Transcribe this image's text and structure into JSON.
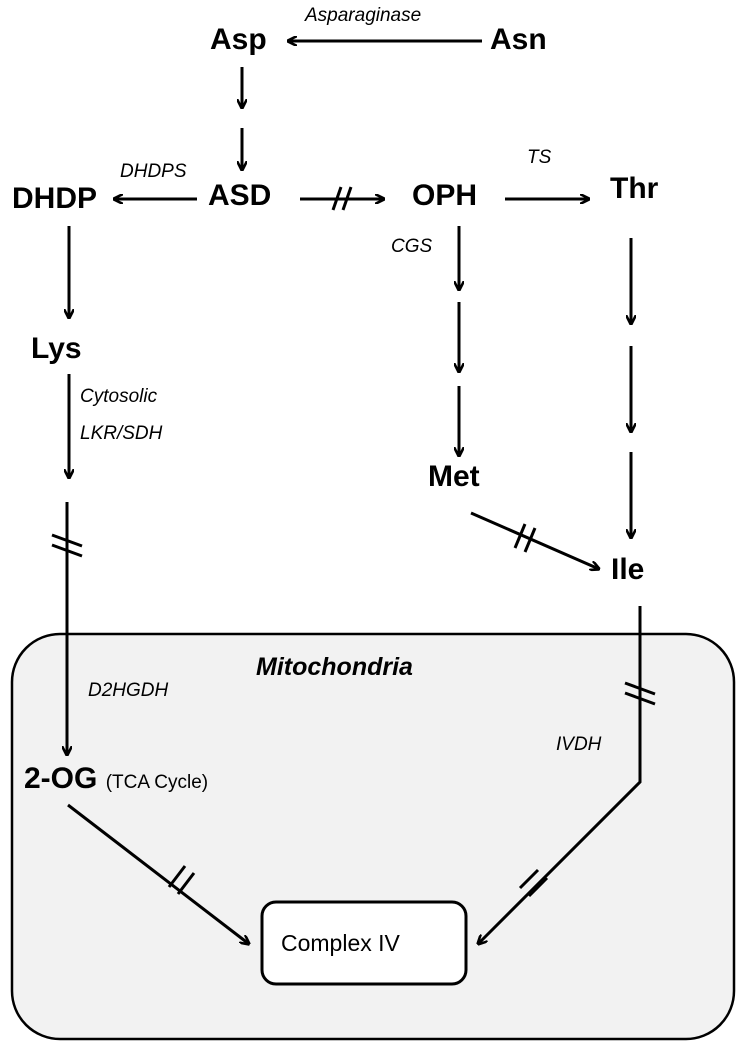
{
  "nodes": {
    "asp": "Asp",
    "asn": "Asn",
    "asd": "ASD",
    "dhdp": "DHDP",
    "oph": "OPH",
    "thr": "Thr",
    "lys": "Lys",
    "met": "Met",
    "ile": "Ile",
    "og": "2-OG",
    "tca": "(TCA Cycle)",
    "complex": "Complex IV"
  },
  "enzymes": {
    "asparaginase": "Asparaginase",
    "dhdps": "DHDPS",
    "ts": "TS",
    "cgs": "CGS",
    "lkr1": "Cytosolic",
    "lkr2": "LKR/SDH",
    "d2hgdh": "D2HGDH",
    "ivdh": "IVDH"
  },
  "compartment": {
    "title": "Mitochondria"
  }
}
